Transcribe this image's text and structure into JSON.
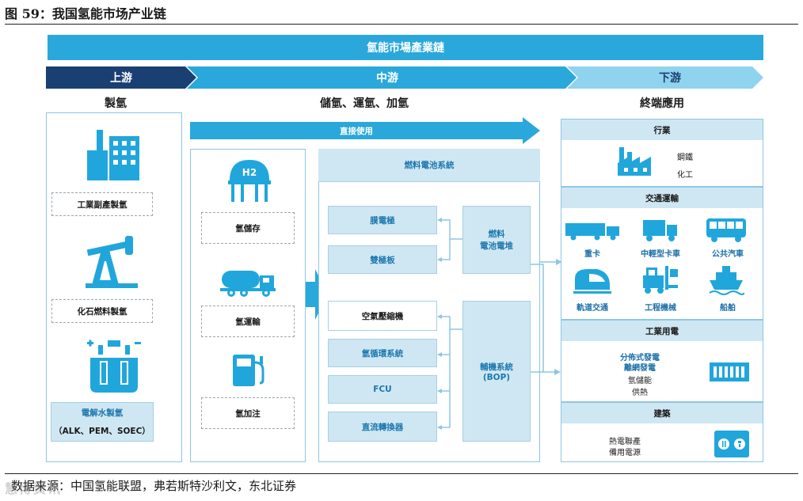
{
  "figure_title": "图 59：我国氢能市场产业链",
  "banner": "氫能市場產業鏈",
  "stages": {
    "upstream": {
      "label": "上游",
      "sub": "製氫"
    },
    "midstream": {
      "label": "中游",
      "sub": "儲氫、運氫、加氫"
    },
    "downstream": {
      "label": "下游",
      "sub": "終端應用"
    }
  },
  "upstream_items": [
    "工業副產製氫",
    "化石燃料製氫",
    "電解水製氫",
    "（ALK、PEM、SOEC）"
  ],
  "h2_symbol": "H2",
  "direct_use": "直接使用",
  "midstream_items": [
    "氫儲存",
    "氫運輸",
    "氫加注"
  ],
  "fuel_cell": {
    "title": "燃料電池系統",
    "stack": "燃料\n電池電堆",
    "stack_parts": [
      "膜電極",
      "雙極板"
    ],
    "bop": "輔機系統\n(BOP)",
    "bop_parts": [
      "空氣壓縮機",
      "氫循環系統",
      "FCU",
      "直流轉換器"
    ]
  },
  "downstream": {
    "industry": {
      "title": "行業",
      "items": [
        "鋼鐵",
        "化工"
      ]
    },
    "transport": {
      "title": "交通運輸",
      "items": [
        "重卡",
        "中輕型卡車",
        "公共汽車",
        "軌道交通",
        "工程機械",
        "船舶"
      ]
    },
    "power": {
      "title": "工業用電",
      "items": [
        "分佈式發電",
        "離網發電",
        "氫儲能",
        "供熱"
      ]
    },
    "building": {
      "title": "建築",
      "items": [
        "熱電聯產",
        "備用電源"
      ]
    }
  },
  "source": "数据来源：中国氢能联盟，弗若斯特沙利文，东北证券",
  "watermark": "慧博资讯",
  "colors": {
    "dark": "#1a3f73",
    "mid": "#2aa8db",
    "light": "#8fd3ee",
    "icon": "#21a6dc",
    "box": "#cfe7f2"
  }
}
